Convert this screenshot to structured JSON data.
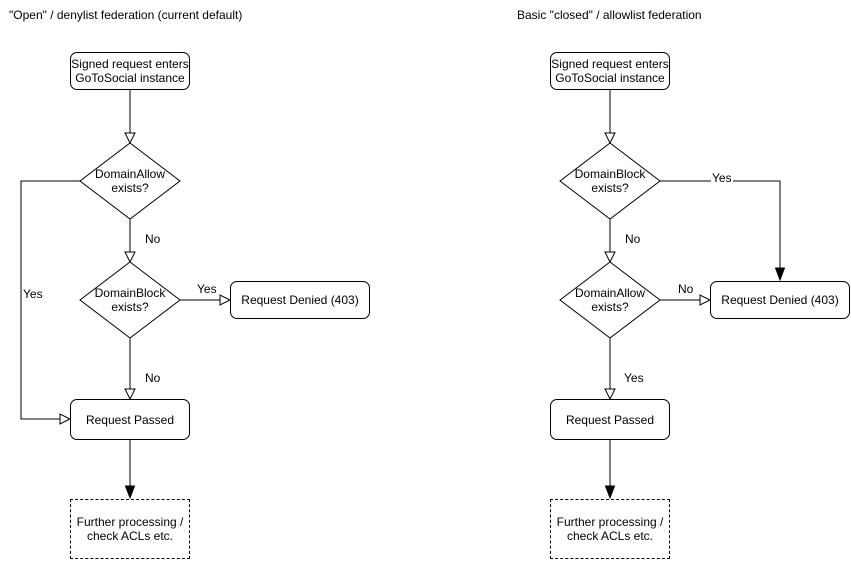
{
  "colors": {
    "stroke": "#000000",
    "text": "#000000",
    "node_fill": "#ffffff",
    "background": "#ffffff"
  },
  "flowcharts": {
    "left": {
      "title": "\"Open\" / denylist federation (current default)",
      "nodes": {
        "start": "Signed request enters\nGoToSocial instance",
        "decision1": "DomainAllow\nexists?",
        "decision2": "DomainBlock\nexists?",
        "denied": "Request Denied (403)",
        "passed": "Request Passed",
        "further": "Further processing /\ncheck ACLs etc."
      },
      "edge_labels": {
        "decision1_yes": "Yes",
        "decision1_no": "No",
        "decision2_yes": "Yes",
        "decision2_no": "No"
      }
    },
    "right": {
      "title": "Basic \"closed\" / allowlist federation",
      "nodes": {
        "start": "Signed request enters\nGoToSocial instance",
        "decision1": "DomainBlock\nexists?",
        "decision2": "DomainAllow\nexists?",
        "denied": "Request Denied (403)",
        "passed": "Request Passed",
        "further": "Further processing /\ncheck ACLs etc."
      },
      "edge_labels": {
        "decision1_yes": "Yes",
        "decision1_no": "No",
        "decision2_no": "No",
        "decision2_yes": "Yes"
      }
    }
  }
}
